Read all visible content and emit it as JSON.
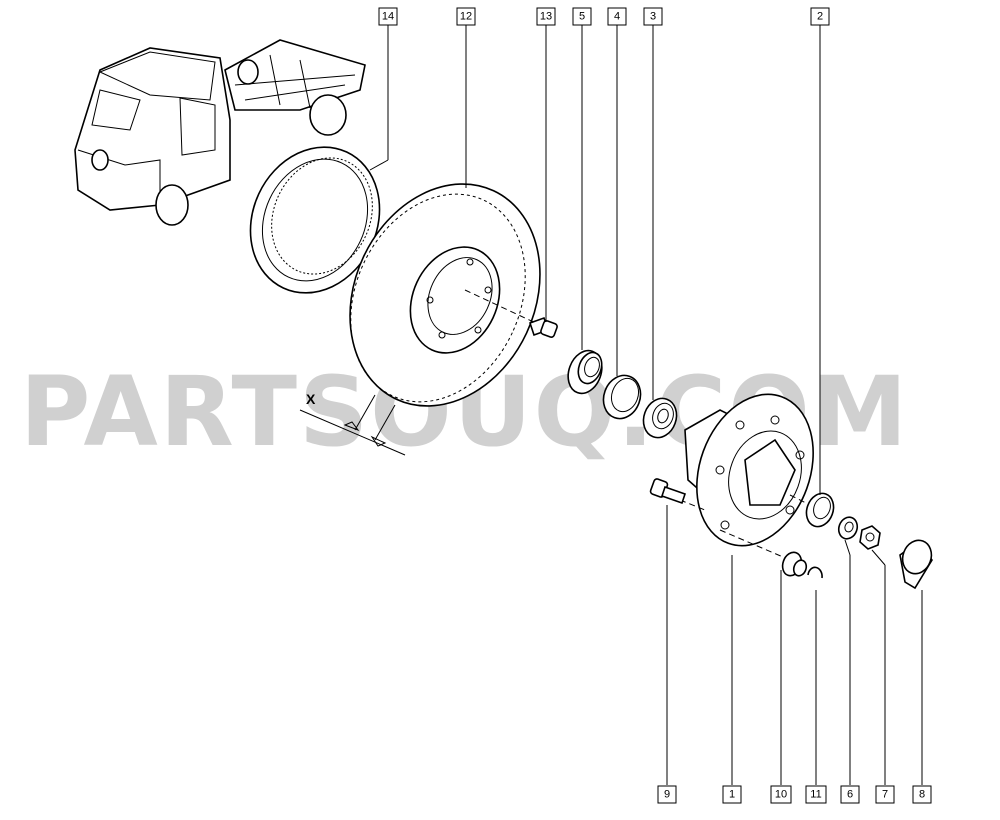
{
  "watermark": "PARTSOUQ.COM",
  "dimension_label": "X",
  "callouts": {
    "c14": "14",
    "c12": "12",
    "c13": "13",
    "c5": "5",
    "c4": "4",
    "c3": "3",
    "c2": "2",
    "c9": "9",
    "c1": "1",
    "c10": "10",
    "c11": "11",
    "c6": "6",
    "c7": "7",
    "c8": "8"
  }
}
